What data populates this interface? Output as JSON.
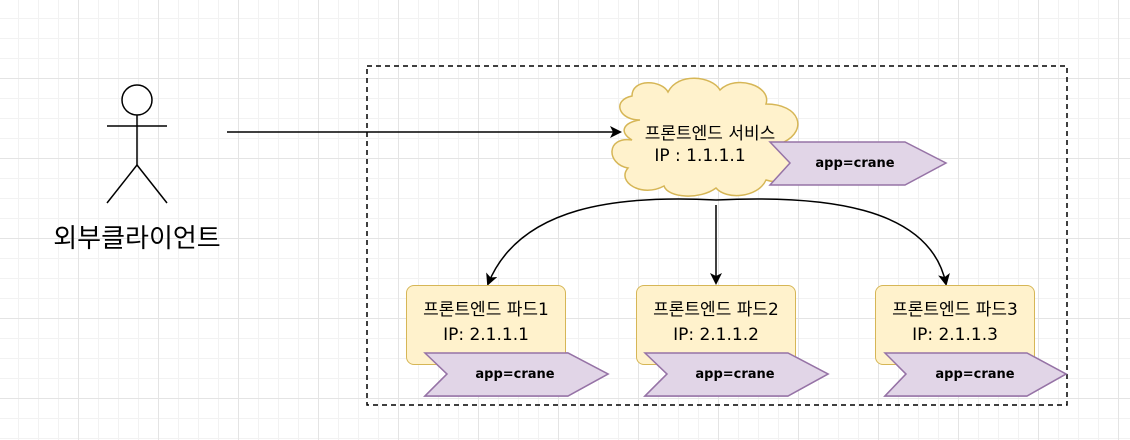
{
  "actor": {
    "label": "외부클라이언트"
  },
  "service": {
    "name": "프론트엔드 서비스",
    "ip": "IP : 1.1.1.1",
    "tag": "app=crane"
  },
  "pods": [
    {
      "name": "프론트엔드 파드1",
      "ip": "IP: 2.1.1.1",
      "tag": "app=crane"
    },
    {
      "name": "프론트엔드 파드2",
      "ip": "IP: 2.1.1.2",
      "tag": "app=crane"
    },
    {
      "name": "프론트엔드 파드3",
      "ip": "IP: 2.1.1.3",
      "tag": "app=crane"
    }
  ],
  "colors": {
    "pod_fill": "#fff2cc",
    "pod_stroke": "#d6b656",
    "tag_fill": "#e1d5e7",
    "tag_stroke": "#9673a6",
    "line": "#000000"
  }
}
